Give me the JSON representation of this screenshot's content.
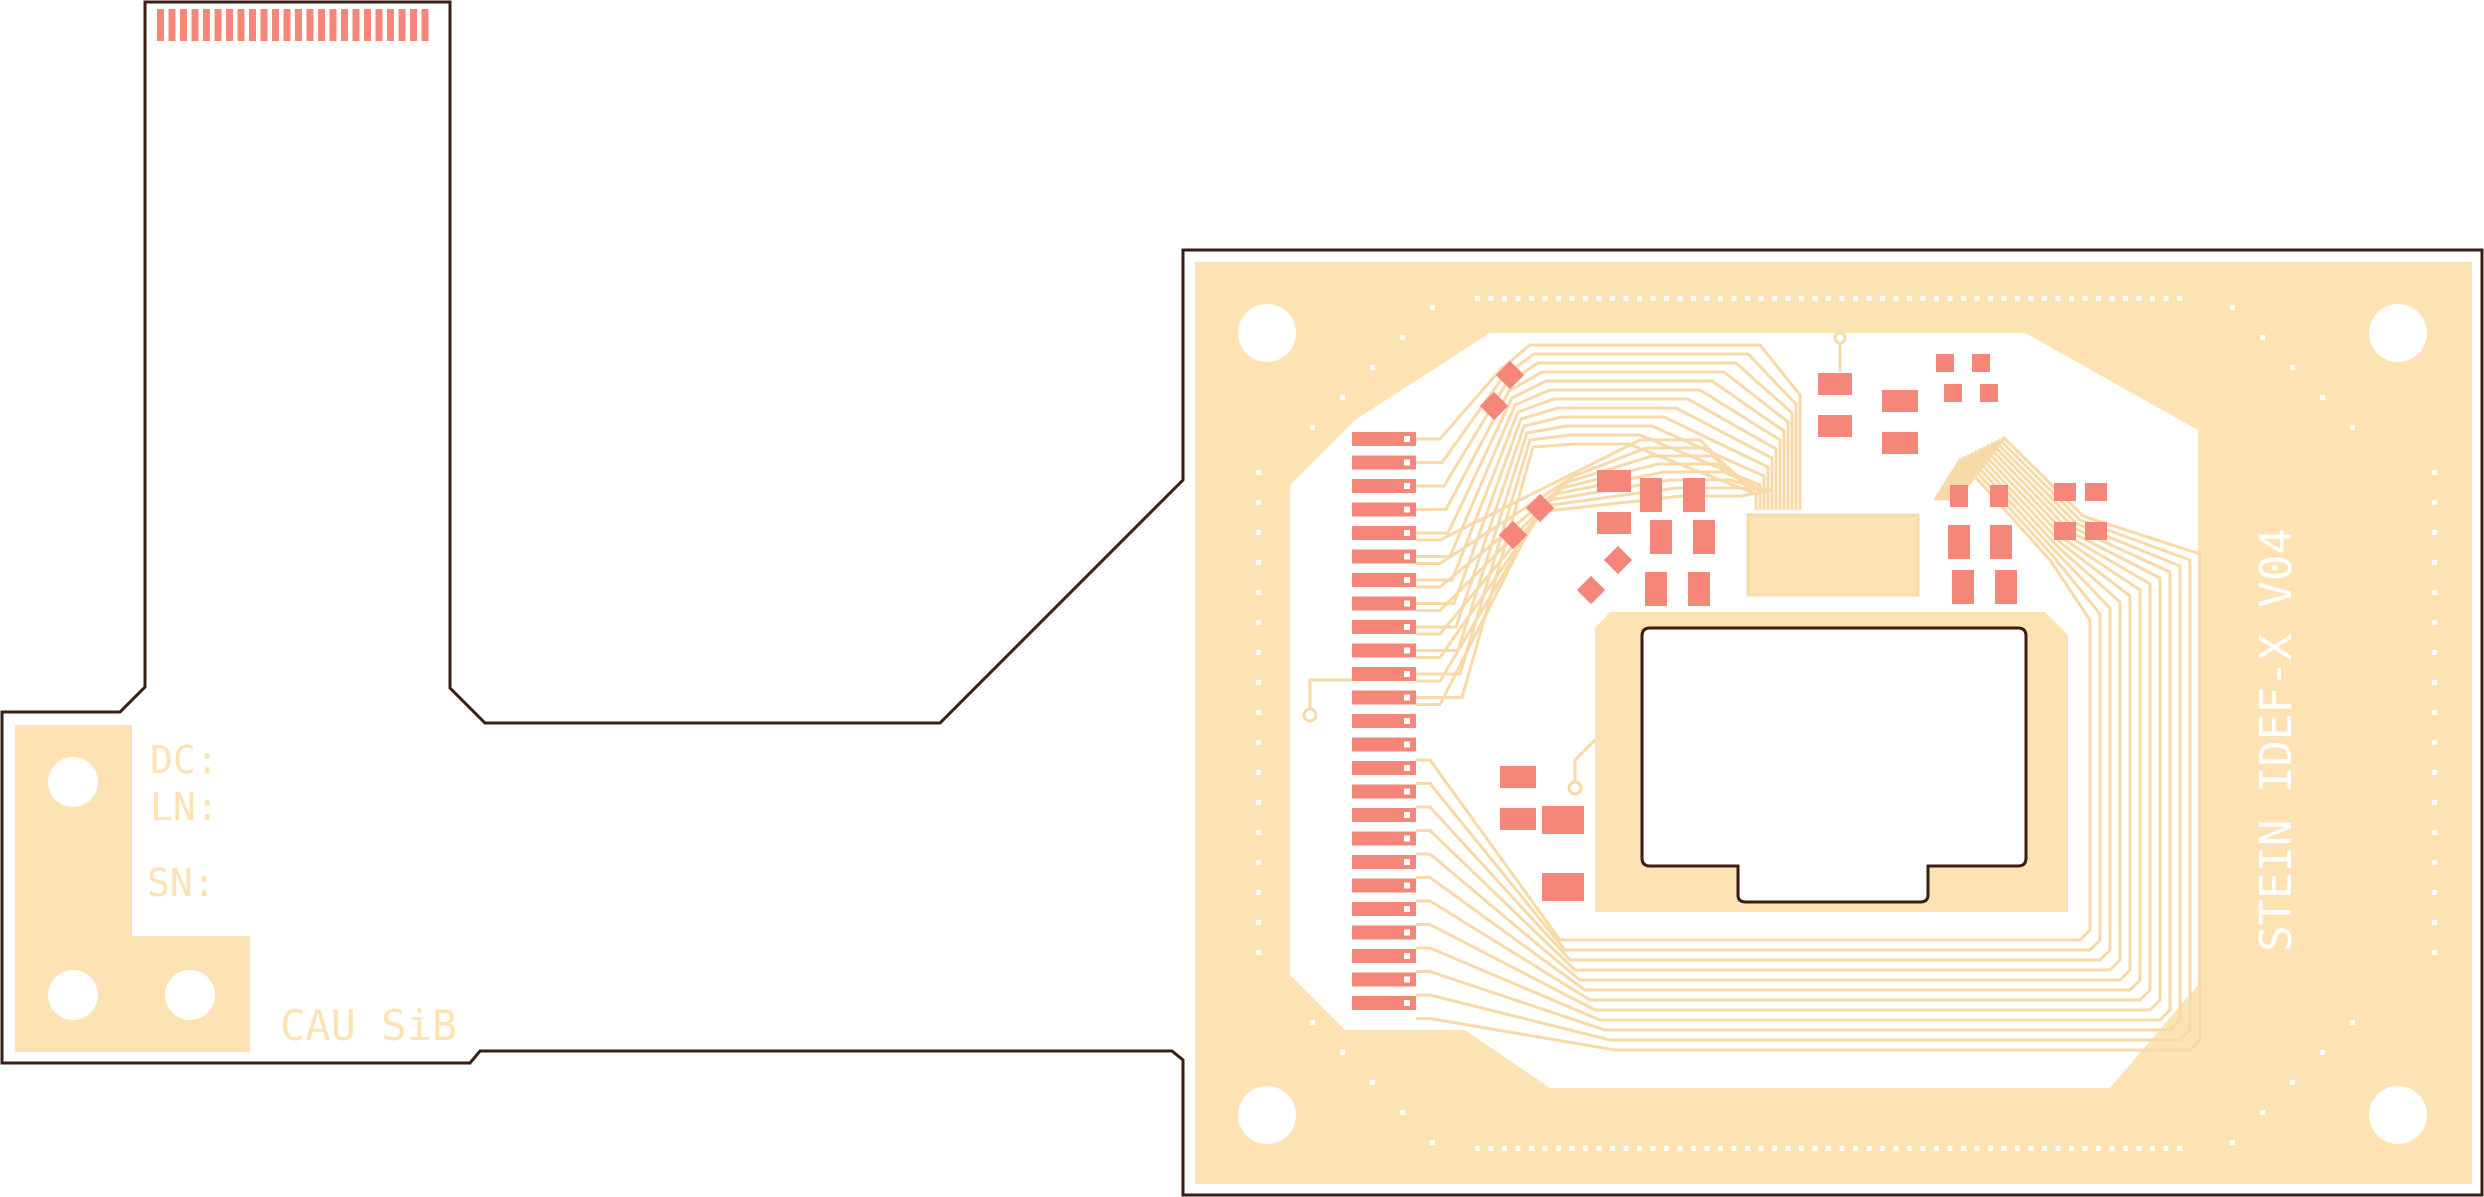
{
  "colors": {
    "background": "#ffffff",
    "outline": "#3a1e14",
    "copper": "#fde2b4",
    "trace": "#f8d9a8",
    "pad": "#f4877a",
    "via_hole": "#ffffff"
  },
  "labels": {
    "board_name": "STEIN IDEF-X V04",
    "dc_label": "DC:",
    "ln_label": "LN:",
    "sn_label": "SN:",
    "cau_label": "CAU SiB"
  }
}
